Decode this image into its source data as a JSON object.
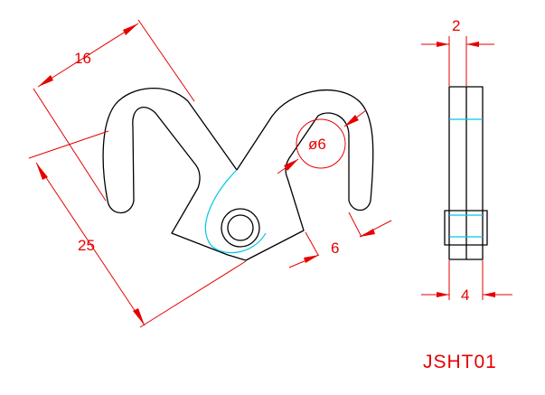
{
  "drawing": {
    "part_number": "JSHT01",
    "line_colors": {
      "outline": "#000000",
      "dimension": "#e60000",
      "centerline": "#00c8e6"
    },
    "dimensions": {
      "length_diagonal": "16",
      "height_diagonal": "25",
      "hole_diameter": "ø6",
      "hook_width": "6",
      "side_top_width": "2",
      "side_bottom_width": "4"
    }
  }
}
